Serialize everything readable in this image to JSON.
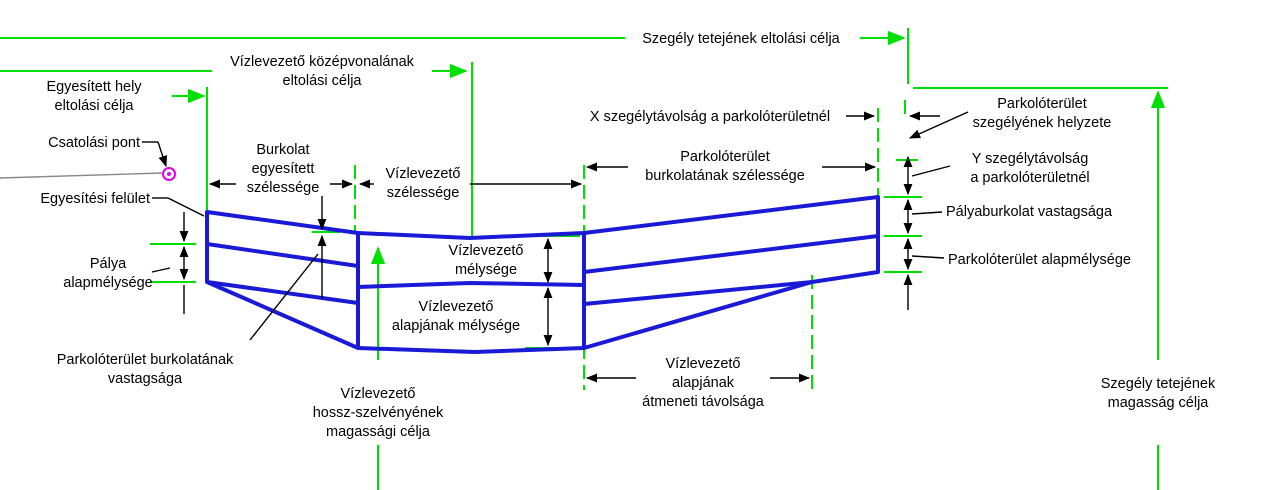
{
  "colors": {
    "structure": "#1a1ad6",
    "target_lines": "#00e000",
    "dimension_lines": "#000000",
    "attach_point": "#e000e0",
    "background": "#ffffff"
  },
  "labels": {
    "curb_top_offset_target": "Szegély tetejének eltolási célja",
    "ditch_centerline_offset_target_1": "Vízlevezető középvonalának",
    "ditch_centerline_offset_target_2": "eltolási célja",
    "merged_location_offset_target_1": "Egyesített hely",
    "merged_location_offset_target_2": "eltolási célja",
    "x_curb_distance": "X szegélytávolság a parkolóterületnél",
    "parking_curb_position_1": "Parkolóterület",
    "parking_curb_position_2": "szegélyének helyzete",
    "attachment_point": "Csatolási pont",
    "merged_pavement_width_1": "Burkolat",
    "merged_pavement_width_2": "egyesített",
    "merged_pavement_width_3": "szélessége",
    "ditch_width_1": "Vízlevezető",
    "ditch_width_2": "szélessége",
    "parking_pavement_width_1": "Parkolóterület",
    "parking_pavement_width_2": "burkolatának szélessége",
    "y_curb_distance_1": "Y szegélytávolság",
    "y_curb_distance_2": "a parkolóterületnél",
    "merging_surface": "Egyesítési felület",
    "lane_pavement_thickness": "Pályaburkolat vastagsága",
    "lane_base_depth_1": "Pálya",
    "lane_base_depth_2": "alapmélysége",
    "ditch_depth_1": "Vízlevezető",
    "ditch_depth_2": "mélysége",
    "parking_base_depth": "Parkolóterület alapmélysége",
    "ditch_base_depth_1": "Vízlevezető",
    "ditch_base_depth_2": "alapjának mélysége",
    "parking_pavement_thickness_1": "Parkolóterület burkolatának",
    "parking_pavement_thickness_2": "vastagsága",
    "ditch_base_transition_1": "Vízlevezető",
    "ditch_base_transition_2": "alapjának",
    "ditch_base_transition_3": "átmeneti távolsága",
    "ditch_profile_elevation_target_1": "Vízlevezető",
    "ditch_profile_elevation_target_2": "hossz-szelvényének",
    "ditch_profile_elevation_target_3": "magassági célja",
    "curb_top_elevation_target_1": "Szegély tetejének",
    "curb_top_elevation_target_2": "magasság célja"
  }
}
